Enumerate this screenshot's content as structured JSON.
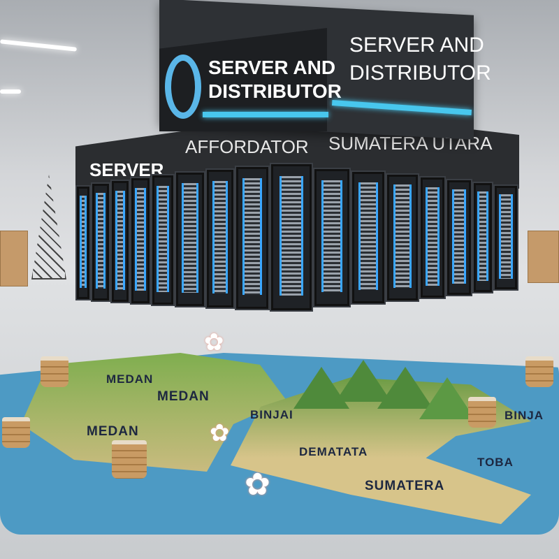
{
  "sign": {
    "left_line1": "SERVER AND",
    "left_line2": "DISTRIBUTOR",
    "right_line1": "SERVER AND",
    "right_line2": "DISTRIBUTOR"
  },
  "rack_band": {
    "left": "SERVER",
    "middle": "AFFORDATOR",
    "right": "SUMATERA UTARA"
  },
  "map_labels": [
    "MEDAN",
    "MEDAN",
    "MEDAN",
    "BINJAI",
    "BINJA",
    "DEMATATA",
    "TOBA",
    "SUMATERA"
  ],
  "colors": {
    "accent": "#48c7ee",
    "sign": "#2e3135",
    "water": "#4d9ac4",
    "land": "#7fae4f"
  }
}
